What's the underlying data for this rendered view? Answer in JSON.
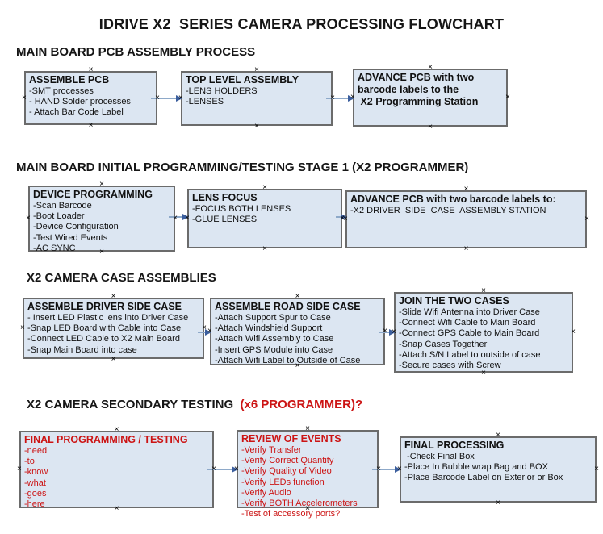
{
  "title": "IDRIVE X2  SERIES CAMERA PROCESSING FLOWCHART",
  "colors": {
    "box_fill": "#dce6f2",
    "box_border": "#6b6b6b",
    "red_text": "#cc1414",
    "arrow_line": "#8ea9c9",
    "arrow_head": "#3c5f9e"
  },
  "sections": [
    {
      "header": "MAIN BOARD PCB ASSEMBLY PROCESS",
      "boxes": [
        {
          "title": "ASSEMBLE PCB",
          "items": [
            "-SMT processes",
            "- HAND Solder processes",
            "- Attach Bar Code Label"
          ]
        },
        {
          "title": "TOP LEVEL ASSEMBLY",
          "items": [
            "-LENS HOLDERS",
            "-LENSES"
          ]
        },
        {
          "title": "ADVANCE PCB with two",
          "items": [
            "barcode labels to the",
            " X2 Programming Station"
          ]
        }
      ]
    },
    {
      "header": "MAIN BOARD INITIAL PROGRAMMING/TESTING STAGE 1 (X2 PROGRAMMER)",
      "boxes": [
        {
          "title": "DEVICE PROGRAMMING",
          "items": [
            "-Scan Barcode",
            "-Boot Loader",
            "-Device Configuration",
            "-Test Wired Events",
            "-AC SYNC"
          ]
        },
        {
          "title": "LENS FOCUS",
          "items": [
            "-FOCUS BOTH LENSES",
            "-GLUE LENSES"
          ]
        },
        {
          "title": "ADVANCE PCB with two barcode labels to:",
          "items": [
            "-X2 DRIVER  SIDE  CASE  ASSEMBLY STATION"
          ]
        }
      ]
    },
    {
      "header": "X2 CAMERA CASE ASSEMBLIES",
      "boxes": [
        {
          "title": "ASSEMBLE DRIVER SIDE CASE",
          "items": [
            "- Insert LED Plastic lens into Driver Case",
            "-Snap LED Board with Cable into Case",
            "-Connect LED Cable to X2 Main Board",
            "-Snap Main Board into case"
          ]
        },
        {
          "title": "ASSEMBLE ROAD SIDE CASE",
          "items": [
            "-Attach Support Spur to Case",
            "-Attach Windshield Support",
            "-Attach Wifi Assembly to Case",
            "-Insert GPS Module into Case",
            "-Attach Wifi Label to Outside of Case"
          ]
        },
        {
          "title": "JOIN THE TWO CASES",
          "items": [
            "-Slide Wifi Antenna into Driver Case",
            "-Connect Wifi Cable to Main Board",
            "-Connect GPS Cable to Main Board",
            "-Snap Cases Together",
            "-Attach S/N Label to outside of case",
            "-Secure cases with Screw"
          ]
        }
      ]
    },
    {
      "header": "X2 CAMERA SECONDARY TESTING",
      "header_red": "  (x6 PROGRAMMER)?",
      "boxes": [
        {
          "title": "FINAL PROGRAMMING / TESTING",
          "items": [
            "-need",
            "-to",
            "-know",
            "-what",
            "-goes",
            "-here"
          ]
        },
        {
          "title": "REVIEW OF EVENTS",
          "items": [
            "-Verify Transfer",
            "-Verify Correct Quantity",
            "-Verify Quality of Video",
            "-Verify LEDs function",
            "-Verify Audio",
            "-Verify BOTH Accelerometers",
            "-Test of accessory ports?"
          ]
        },
        {
          "title": "FINAL PROCESSING",
          "items": [
            " -Check Final Box",
            "-Place In Bubble wrap Bag and BOX",
            "-Place Barcode Label on Exterior or Box"
          ]
        }
      ]
    }
  ]
}
